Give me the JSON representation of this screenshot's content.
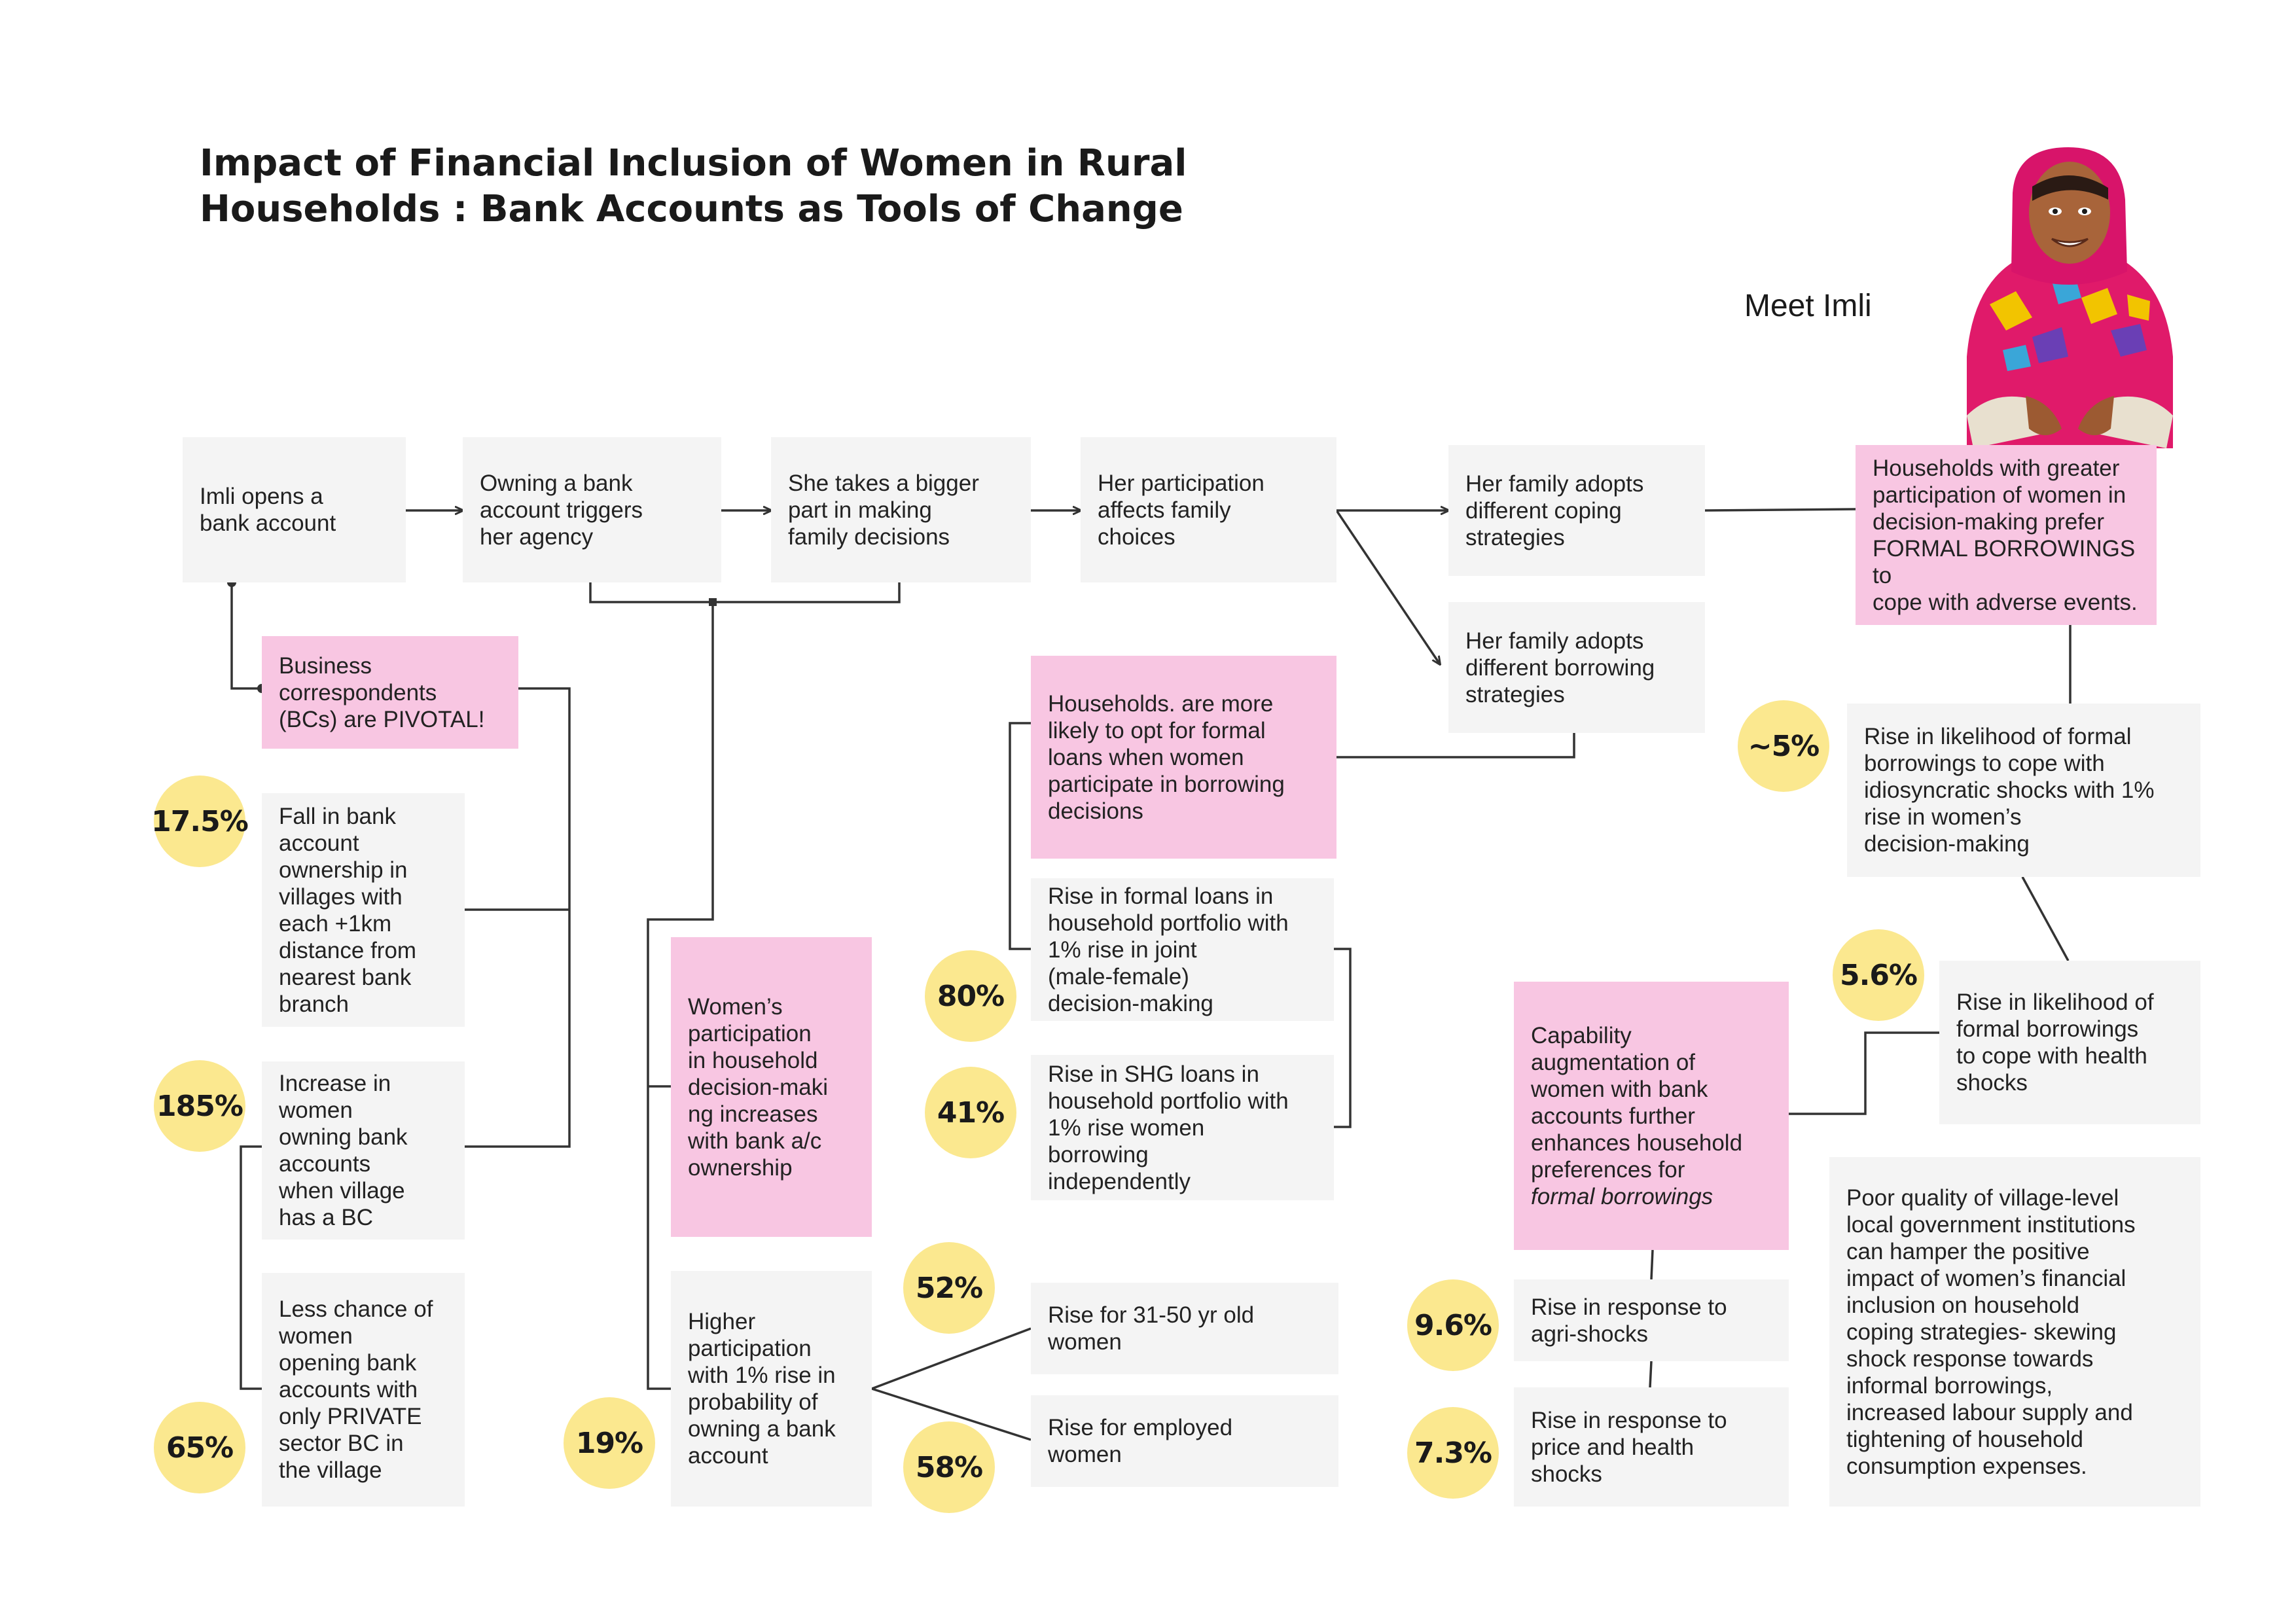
{
  "title": "Impact of Financial Inclusion of Women in Rural Households : Bank Accounts as Tools of Change",
  "meet_label": "Meet Imli",
  "flow": {
    "step1": "Imli opens a\nbank account",
    "step2": "Owning a bank\naccount triggers\nher agency",
    "step3": "She  takes a bigger\npart in making\nfamily decisions",
    "step4": "Her participation\naffects family\nchoices",
    "coping": "Her family adopts\ndifferent coping\nstrategies",
    "borrowing": "Her family adopts\ndifferent borrowing\nstrategies",
    "formal_pref": "Households with greater\nparticipation of women in\ndecision-making prefer\nFORMAL BORROWINGS to\ncope with adverse events."
  },
  "bc": {
    "pivotal": "Business\ncorrespondents\n(BCs) are PIVOTAL!",
    "fall_value": "17.5%",
    "fall_text": "Fall in bank\naccount\nownership in\nvillages with\neach +1km\ndistance from\nnearest bank\nbranch",
    "increase_value": "185%",
    "increase_text": "Increase in\nwomen\nowning bank\naccounts\nwhen village\nhas a BC",
    "private_value": "65%",
    "private_text": "Less chance of\nwomen\nopening bank\naccounts with\nonly PRIVATE\nsector BC in\nthe village"
  },
  "participation": {
    "headline": "Women’s\nparticipation\nin household\ndecision-maki\nng increases\nwith bank a/c\nownership",
    "higher_value": "19%",
    "higher_text": "Higher\nparticipation\nwith 1% rise in\nprobability of\nowning a bank\naccount",
    "age_value": "52%",
    "age_text": "Rise for 31-50 yr old\nwomen",
    "employed_value": "58%",
    "employed_text": "Rise for employed\nwomen"
  },
  "loans": {
    "headline": "Households. are more\nlikely to opt for formal\nloans when women\nparticipate in borrowing\ndecisions",
    "joint_value": "80%",
    "joint_text": "Rise in formal loans in\nhousehold portfolio with\n1% rise in joint\n(male-female)\ndecision-making",
    "shg_value": "41%",
    "shg_text": "Rise in SHG loans in\nhousehold portfolio with\n1% rise women\nborrowing\nindependently"
  },
  "shocks": {
    "idio_value": "~5%",
    "idio_text": "Rise in likelihood of formal\nborrowings to cope with\nidiosyncratic shocks with 1%\nrise in women’s\ndecision-making",
    "health_value": "5.6%",
    "health_text": "Rise in likelihood of\nformal borrowings\nto cope with health\nshocks",
    "capability_text": "Capability\naugmentation of\nwomen with bank\naccounts further\nenhances household\npreferences for",
    "capability_italic": "formal borrowings",
    "agri_value": "9.6%",
    "agri_text": "Rise in response to\nagri-shocks",
    "price_value": "7.3%",
    "price_text": "Rise in response to\nprice and health\nshocks",
    "poor_quality": "Poor quality of village-level\nlocal government institutions\ncan hamper the positive\nimpact of women’s financial\ninclusion on household\ncoping strategies- skewing\nshock response towards\ninformal borrowings,\nincreased labour supply and\ntightening of household\nconsumption expenses."
  },
  "colors": {
    "box_gray": "#f4f4f4",
    "box_pink": "#f8c6e2",
    "circle_yellow": "#fbe88f",
    "line": "#333333"
  }
}
